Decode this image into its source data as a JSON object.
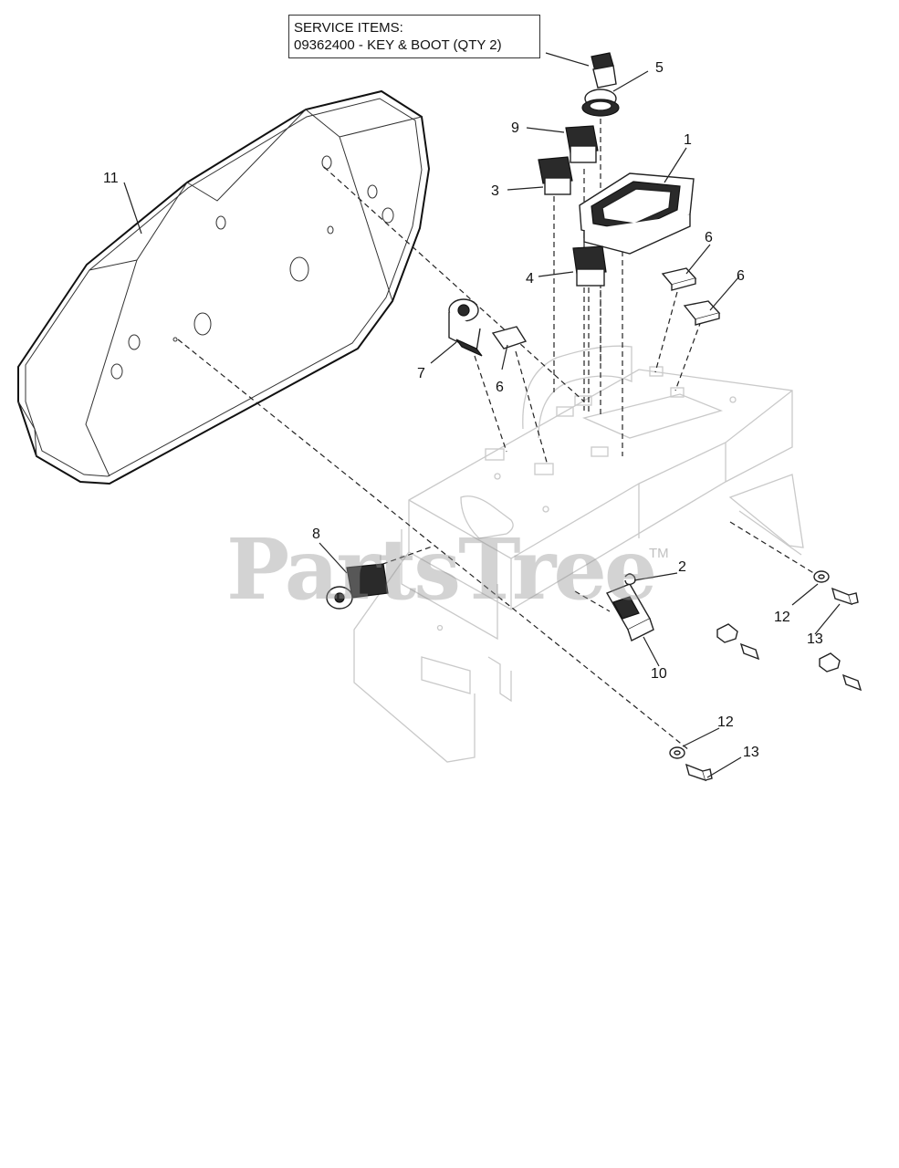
{
  "service_box": {
    "line1": "SERVICE ITEMS:",
    "line2": "09362400 - KEY & BOOT (QTY 2)"
  },
  "watermark": {
    "text": "PartsTree",
    "tm": "TM"
  },
  "callouts": {
    "c1": "1",
    "c2": "2",
    "c3": "3",
    "c4": "4",
    "c5": "5",
    "c6a": "6",
    "c6b": "6",
    "c6c": "6",
    "c7": "7",
    "c8": "8",
    "c9": "9",
    "c10": "10",
    "c11": "11",
    "c12a": "12",
    "c12b": "12",
    "c13a": "13",
    "c13b": "13"
  }
}
